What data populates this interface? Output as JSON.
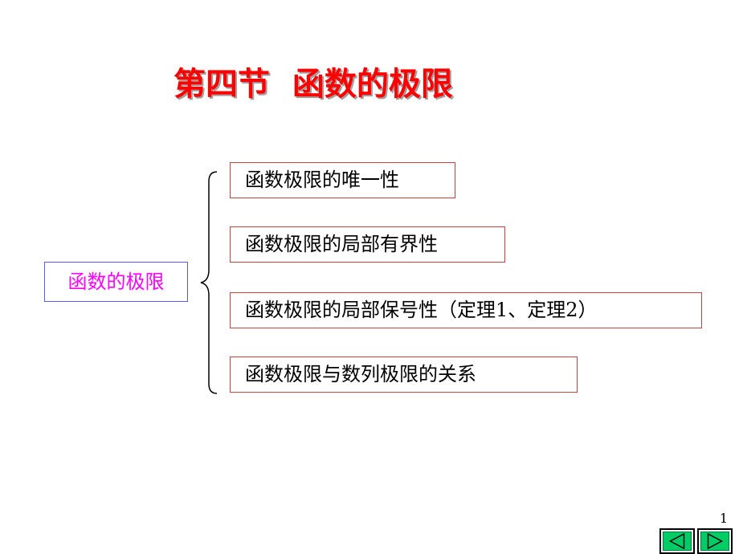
{
  "slide": {
    "title": "第四节  函数的极限",
    "page_number": "1"
  },
  "outline": {
    "main_topic": "函数的极限",
    "items": [
      {
        "label": "函数极限的唯一性"
      },
      {
        "label": "函数极限的局部有界性"
      },
      {
        "label": "函数极限的局部保号性（定理1、定理2）"
      },
      {
        "label": "函数极限与数列极限的关系"
      }
    ]
  },
  "navigation": {
    "prev_icon": "triangle-left-icon",
    "next_icon": "triangle-right-icon"
  },
  "colors": {
    "title": "#ff0000",
    "main_topic_text": "#ff00ff",
    "main_topic_border": "#5a5aff",
    "item_border": "#d04040",
    "nav_button": "#00cc66"
  }
}
